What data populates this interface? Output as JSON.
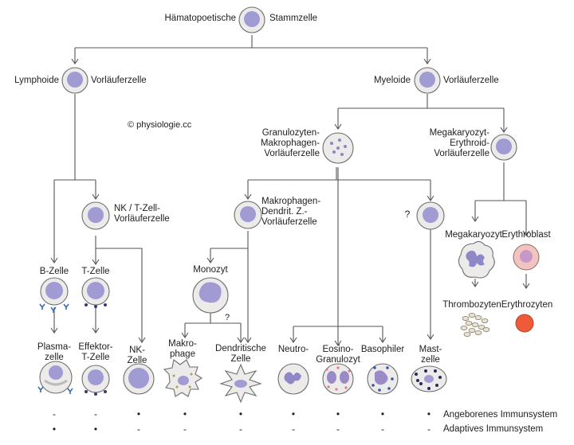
{
  "copyright": "© physiologie.cc",
  "nodes": {
    "stem": [
      "Hämatopoetische",
      "Stammzelle"
    ],
    "lymphoid": [
      "Lymphoide",
      "Vorläuferzelle"
    ],
    "myeloid": [
      "Myeloide",
      "Vorläuferzelle"
    ],
    "gm": "Granulozyten-\nMakrophagen-\nVorläuferzelle",
    "megerythro": "Megakaryozyt-\nErythroid-\nVorläuferzelle",
    "nkt": "NK / T-Zell-\nVorläuferzelle",
    "makdend": "Makrophagen-\nDendrit. Z.-\nVorläuferzelle",
    "unknown": "?",
    "bcell": "B-Zelle",
    "tcell": "T-Zelle",
    "monozyt": "Monozyt",
    "megakaryozyt": "Megakaryozyt",
    "erythroblast": "Erythroblast",
    "thrombozyten": "Thrombozyten",
    "erythrozyten": "Erythrozyten",
    "plasma": "Plasma-\nzelle",
    "effektor": "Effektor-\nT-Zelle",
    "nk": "NK-\nZelle",
    "makrophage": "Makro-\nphage",
    "dendritic": "Dendritische\nZelle",
    "neutro": "Neutro-",
    "eosino": "Eosino-\nGranulozyt",
    "basophil": "Basophiler",
    "mast": "Mast-\nzelle",
    "mono_question": "?"
  },
  "legend": {
    "innate": "Angeborenes Immunsystem",
    "adaptive": "Adaptives Immunsystem"
  },
  "marks": {
    "innate": [
      "-",
      "-",
      "•",
      "•",
      "•",
      "•",
      "•",
      "•",
      "•"
    ],
    "adaptive": [
      "•",
      "•",
      "-",
      "-",
      "-",
      "-",
      "-",
      "-",
      "-"
    ]
  }
}
